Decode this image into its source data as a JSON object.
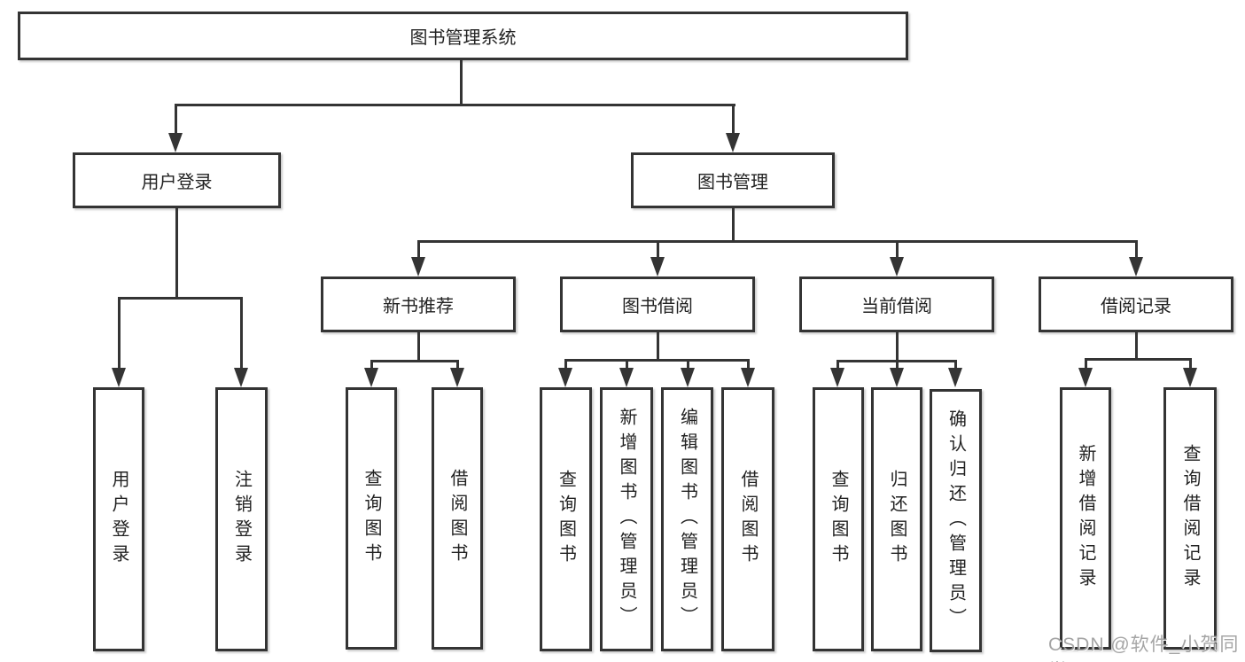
{
  "root": {
    "label": "图书管理系统"
  },
  "user_branch": {
    "label": "用户登录",
    "children": [
      {
        "label": "用户登录"
      },
      {
        "label": "注销登录"
      }
    ]
  },
  "mgmt_branch": {
    "label": "图书管理",
    "groups": [
      {
        "label": "新书推荐",
        "children": [
          {
            "label": "查询图书"
          },
          {
            "label": "借阅图书"
          }
        ]
      },
      {
        "label": "图书借阅",
        "children": [
          {
            "label": "查询图书"
          },
          {
            "label": "新增图书（管理员）"
          },
          {
            "label": "编辑图书（管理员）"
          },
          {
            "label": "借阅图书"
          }
        ]
      },
      {
        "label": "当前借阅",
        "children": [
          {
            "label": "查询图书"
          },
          {
            "label": "归还图书"
          },
          {
            "label": "确认归还（管理员）"
          }
        ]
      },
      {
        "label": "借阅记录",
        "children": [
          {
            "label": "新增借阅记录"
          },
          {
            "label": "查询借阅记录"
          }
        ]
      }
    ]
  },
  "watermark": "CSDN @软件_小贺同学",
  "colors": {
    "line": "#343434",
    "text": "#222222",
    "watermark": "#9c9c9c",
    "background": "#ffffff"
  }
}
